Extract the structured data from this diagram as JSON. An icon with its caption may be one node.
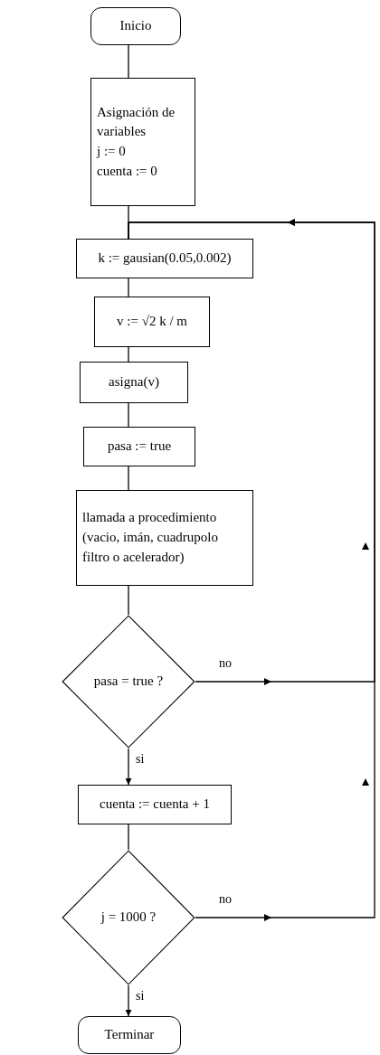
{
  "diagram": {
    "nodes": [
      {
        "text": [
          "Inicio"
        ]
      },
      {
        "text": [
          "Asignación de variables",
          "j := 0",
          "cuenta := 0"
        ]
      },
      {
        "text": [
          "k := gausian(0.05,0.002)"
        ]
      },
      {
        "text": [
          "v := √2 k / m"
        ]
      },
      {
        "text": [
          "asigna(v)"
        ]
      },
      {
        "text": [
          "pasa := true"
        ]
      },
      {
        "text": [
          "llamada a procedimiento (vacio, imán, cuadrupolo filtro o acelerador)"
        ]
      },
      {
        "text": [
          "pasa = true ?"
        ]
      },
      {
        "text": [
          "cuenta := cuenta + 1"
        ]
      },
      {
        "text": [
          "j = 1000 ?"
        ]
      },
      {
        "text": [
          "Terminar"
        ]
      }
    ],
    "edges": [
      {
        "from": 0,
        "to": 1,
        "arrow": "none"
      },
      {
        "from": 1,
        "to": 2,
        "arrow": "none"
      },
      {
        "from": 2,
        "to": 3,
        "arrow": "none"
      },
      {
        "from": 3,
        "to": 4,
        "arrow": "none"
      },
      {
        "from": 4,
        "to": 5,
        "arrow": "none"
      },
      {
        "from": 5,
        "to": 6,
        "arrow": "none"
      },
      {
        "from": 6,
        "to": 7,
        "arrow": "none"
      },
      {
        "from": 7,
        "to": 8,
        "arrow": "to",
        "label": "si"
      },
      {
        "from": 8,
        "to": 9,
        "arrow": "none"
      },
      {
        "from": 9,
        "to": 10,
        "arrow": "to",
        "label": "si"
      },
      {
        "from": 7,
        "to": 2,
        "arrow": "to",
        "label": "no"
      },
      {
        "from": 9,
        "to": 2,
        "arrow": "to",
        "label": "no"
      }
    ]
  }
}
